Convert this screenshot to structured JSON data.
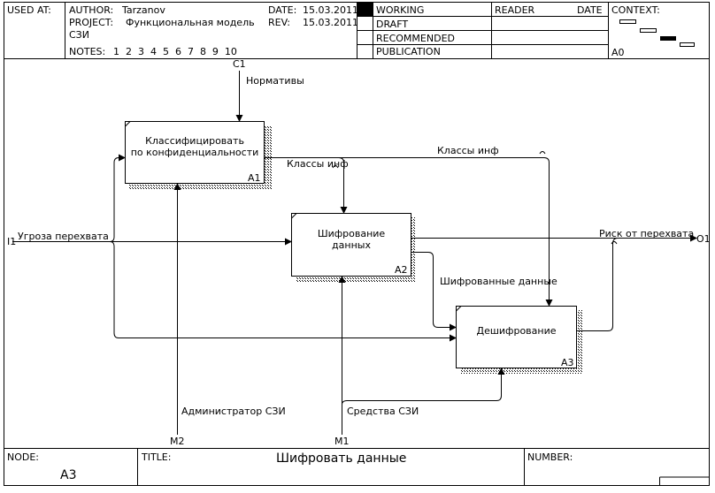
{
  "header": {
    "used_at_label": "USED AT:",
    "author_label": "AUTHOR:",
    "author": "Tarzanov",
    "project_label": "PROJECT:",
    "project_line1": "Функциональная модель",
    "project_line2": "СЗИ",
    "notes_label": "NOTES:",
    "notes": "1  2  3  4  5  6  7  8  9  10",
    "date_label": "DATE:",
    "date": "15.03.2011",
    "rev_label": "REV:",
    "rev": "15.03.2011",
    "status_working": "WORKING",
    "status_draft": "DRAFT",
    "status_recommended": "RECOMMENDED",
    "status_publication": "PUBLICATION",
    "reader_label": "READER",
    "reader_date_label": "DATE",
    "context_label": "CONTEXT:",
    "context_node": "A0"
  },
  "diagram": {
    "boxes": [
      {
        "id": "box1",
        "line1": "Классифицировать",
        "line2": "по конфиденциальности",
        "num": "A1"
      },
      {
        "id": "box2",
        "line1": "Шифрование",
        "line2": "данных",
        "num": "A2"
      },
      {
        "id": "box3",
        "line1": "Дешифрование",
        "line2": "",
        "num": "A3"
      }
    ],
    "arrows": {
      "control_code": "C1",
      "control_label": "Нормативы",
      "input_code": "I1",
      "input_label": "Угроза перехвата",
      "output_code": "O1",
      "output_label": "Риск от перехвата",
      "classes_label_1": "Классы инф",
      "classes_label_2": "Классы инф",
      "encrypted_label": "Шифрованные данные",
      "mech1_code": "M2",
      "mech1_label": "Администратор СЗИ",
      "mech2_code": "M1",
      "mech2_label": "Средства СЗИ"
    }
  },
  "footer": {
    "node_label": "NODE:",
    "node": "A3",
    "title_label": "TITLE:",
    "title": "Шифровать данные",
    "number_label": "NUMBER:"
  }
}
